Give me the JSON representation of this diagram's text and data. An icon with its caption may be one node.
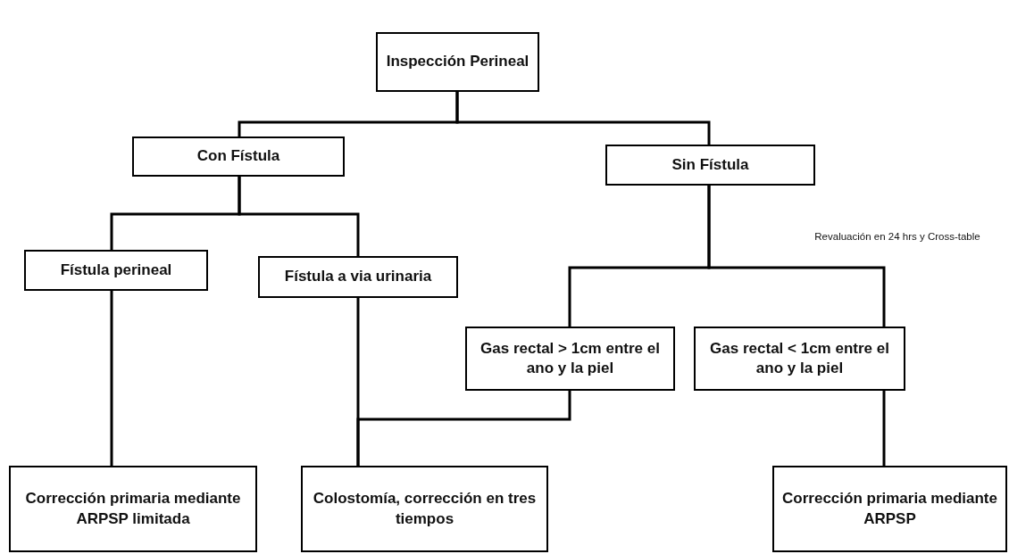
{
  "diagram": {
    "nodes": [
      {
        "text": [
          "Inspección Perineal"
        ]
      },
      {
        "text": [
          "Con Fístula"
        ]
      },
      {
        "text": [
          "Sin Fístula"
        ]
      },
      {
        "text": [
          "Fístula perineal"
        ]
      },
      {
        "text": [
          "Fístula a via urinaria"
        ]
      },
      {
        "text": [
          "Gas rectal > 1cm entre el ano y la piel"
        ]
      },
      {
        "text": [
          "Gas rectal < 1cm entre el ano y la piel"
        ]
      },
      {
        "text": [
          "Corrección primaria mediante ARPSP limitada"
        ]
      },
      {
        "text": [
          "Colostomía, corrección en tres tiempos"
        ]
      },
      {
        "text": [
          "Corrección primaria mediante ARPSP"
        ]
      }
    ],
    "edges": [
      {
        "from": 0,
        "to": 1,
        "arrow": "none"
      },
      {
        "from": 0,
        "to": 2,
        "arrow": "none"
      },
      {
        "from": 1,
        "to": 3,
        "arrow": "none"
      },
      {
        "from": 1,
        "to": 4,
        "arrow": "none"
      },
      {
        "from": 2,
        "to": 5,
        "arrow": "none"
      },
      {
        "from": 2,
        "to": 6,
        "arrow": "none"
      },
      {
        "from": 3,
        "to": 7,
        "arrow": "none"
      },
      {
        "from": 4,
        "to": 8,
        "arrow": "none"
      },
      {
        "from": 5,
        "to": 8,
        "arrow": "none"
      },
      {
        "from": 6,
        "to": 9,
        "arrow": "none"
      }
    ],
    "labels": [
      "Revaluación en 24 hrs y Cross-table"
    ]
  }
}
